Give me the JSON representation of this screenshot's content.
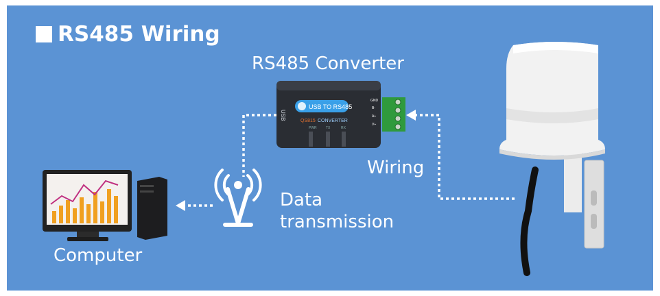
{
  "title": "RS485 Wiring",
  "labels": {
    "converter": "RS485 Converter",
    "wiring": "Wiring",
    "data_transmission_1": "Data",
    "data_transmission_2": "transmission",
    "computer": "Computer"
  },
  "converter_device": {
    "badge_text": "USB TO RS485",
    "model_text": "QS815",
    "sub_text": "CONVERTER",
    "usb_text": "USB",
    "led_labels": [
      "PWR",
      "TX",
      "RX"
    ],
    "pin_labels": [
      "GND",
      "B-",
      "A+",
      "V+"
    ]
  },
  "colors": {
    "background": "#5b93d4",
    "device_body": "#2a2d33",
    "terminal_green": "#2f9a3c",
    "badge_blue": "#3aa0e8",
    "chart_orange": "#f0a020",
    "chart_magenta": "#c03080"
  }
}
